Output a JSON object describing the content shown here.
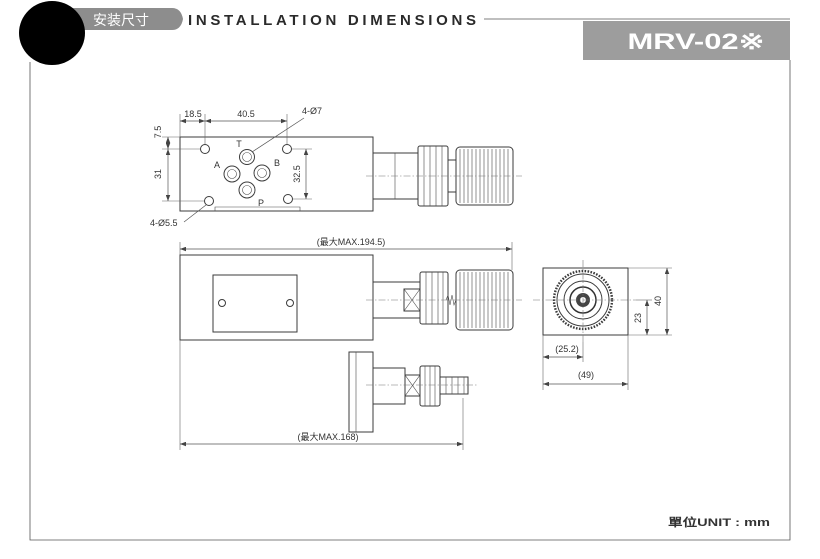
{
  "header": {
    "tab_label": "安装尺寸",
    "title": "INSTALLATION DIMENSIONS",
    "model": "MRV-02※"
  },
  "top_view": {
    "dim_edge_to_hole": "18.5",
    "dim_hole_pitch": "40.5",
    "port_hole_callout": "4-Ø7",
    "dim_edge_to_hole_row": "7.5",
    "dim_hole_row_pitch": "31",
    "dim_right_hole_pitch": "32.5",
    "ports": {
      "t": "T",
      "a": "A",
      "b": "B",
      "p": "P"
    },
    "bolt_hole_callout": "4-Ø5.5"
  },
  "side_view": {
    "max_length": "(最大MAX.194.5)"
  },
  "partial_view": {
    "max_length": "(最大MAX.168)"
  },
  "end_view": {
    "dim_axis_offset": "(25.2)",
    "dim_width": "(49)",
    "dim_axis_height": "23",
    "dim_height": "40"
  },
  "footer": {
    "unit_note": "單位UNIT : mm"
  },
  "colors": {
    "header_tab": "#8d8d8d",
    "model_box": "#9d9d9d",
    "header_title": "#2a2a2a",
    "redaction": "#000000"
  }
}
